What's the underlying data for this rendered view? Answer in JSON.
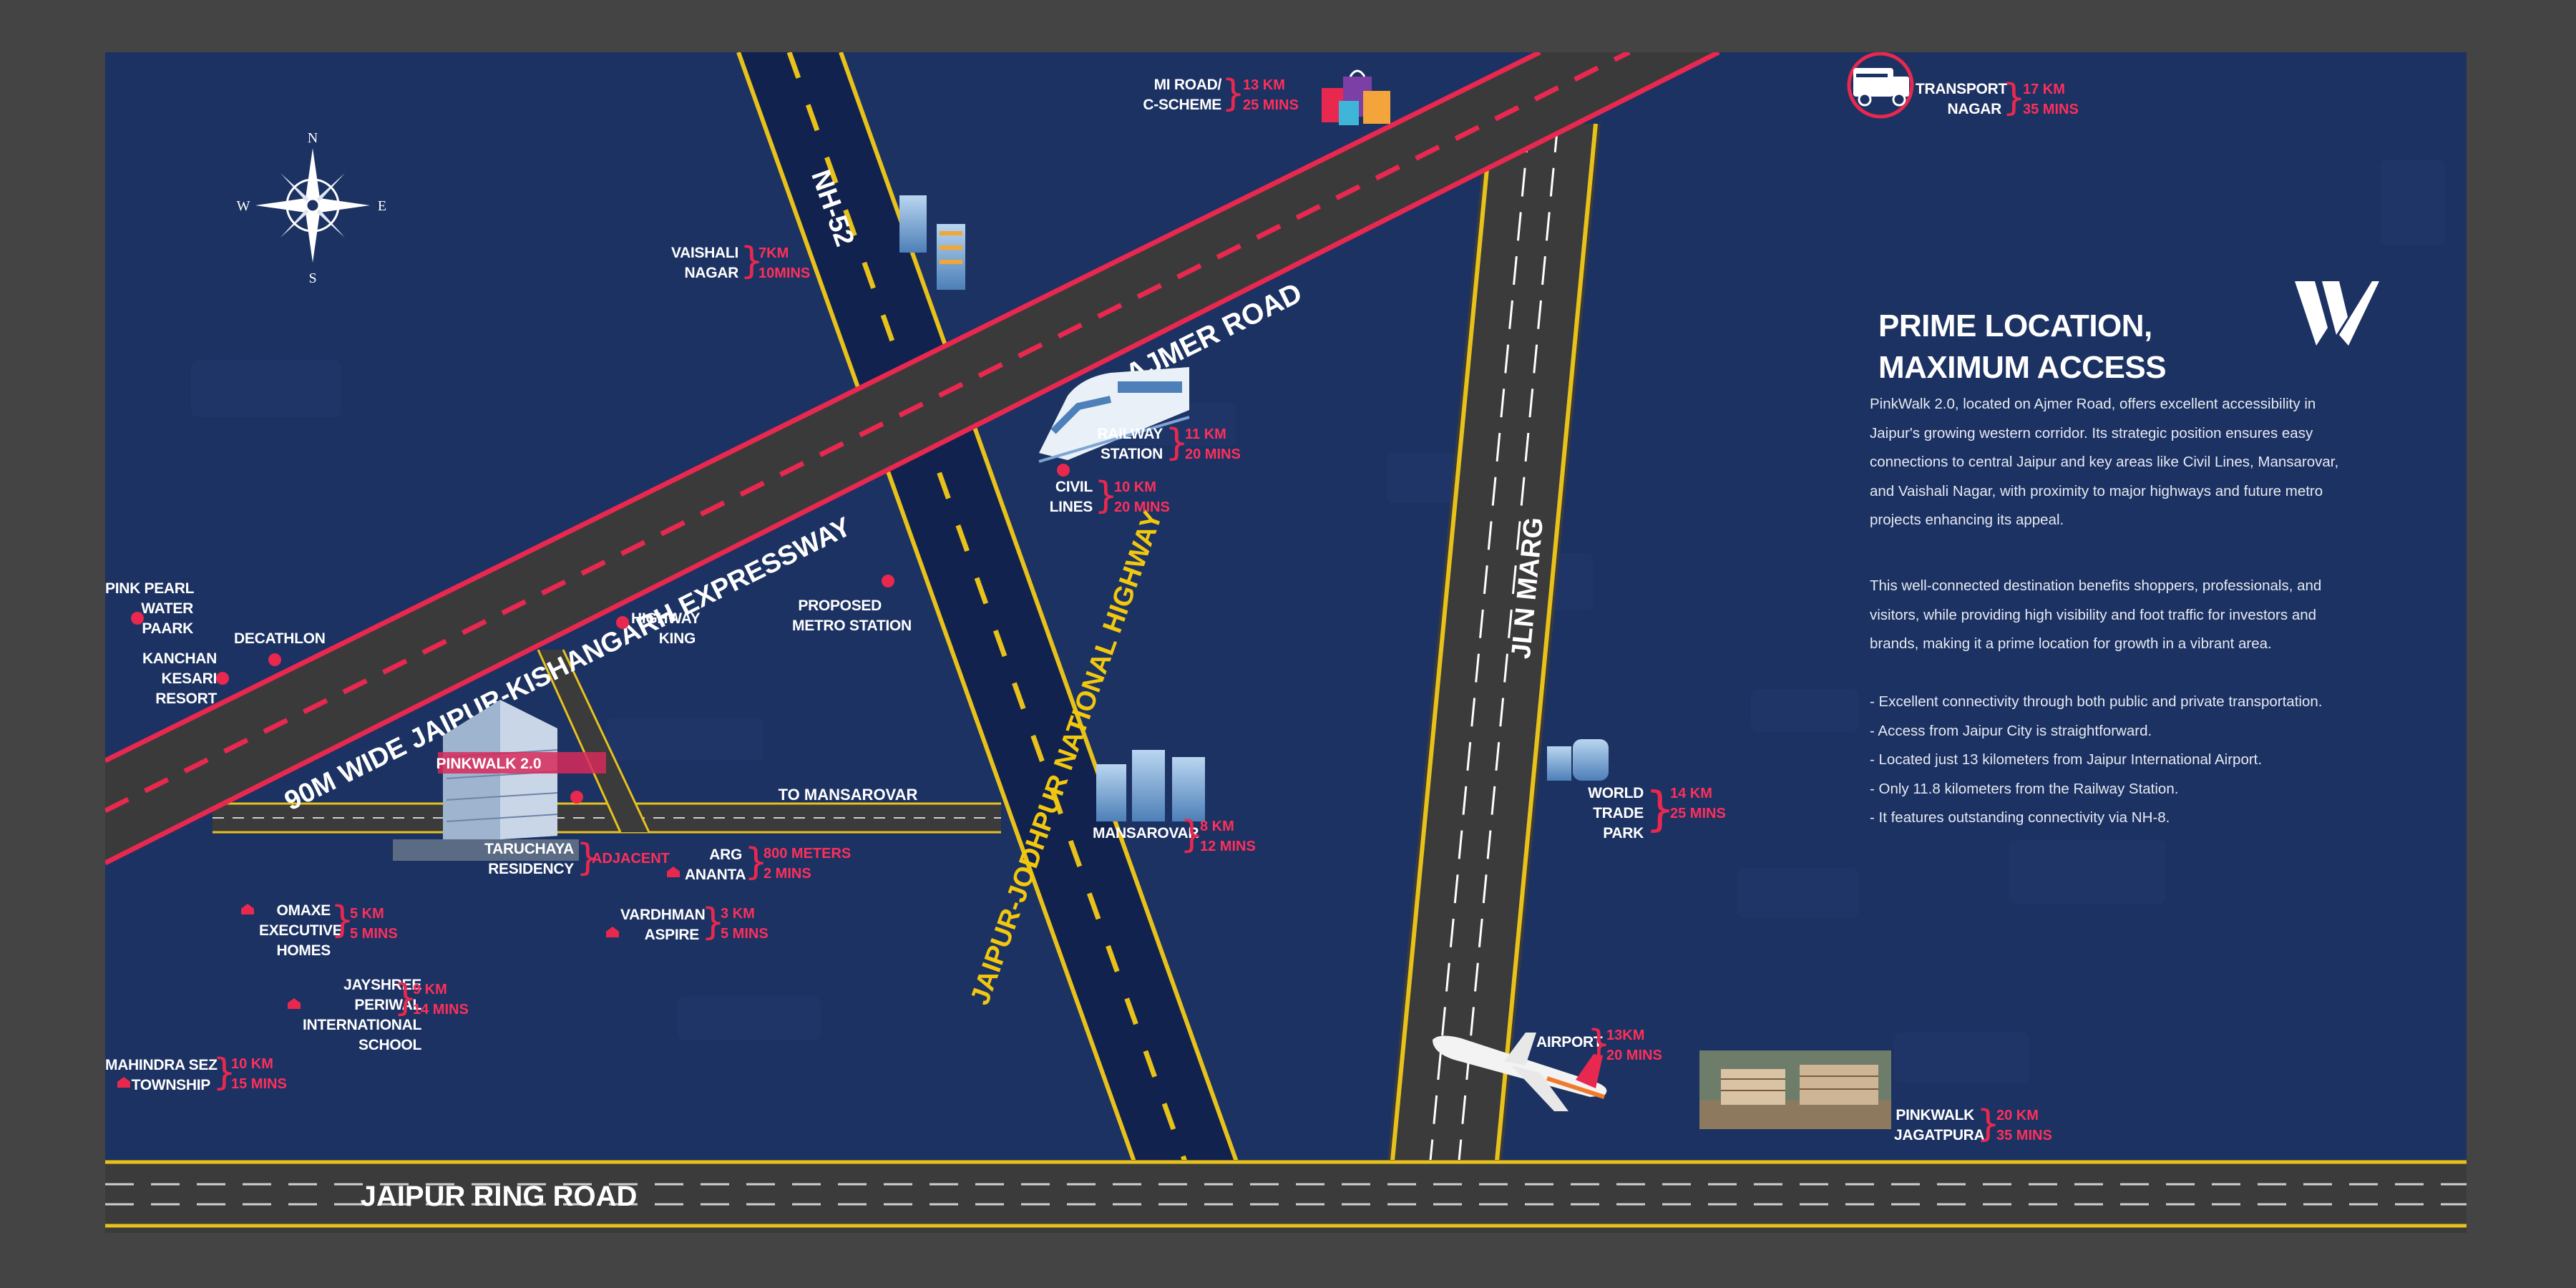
{
  "compass": {
    "n": "N",
    "s": "S",
    "e": "E",
    "w": "W"
  },
  "roads": {
    "ajmer_road": "AJMER ROAD",
    "expressway": "90M WIDE JAIPUR-KISHANGARH EXPRESSWAY",
    "nh52": "NH-52",
    "national_highway": "JAIPUR-JODHPUR NATIONAL HIGHWAY",
    "jln_marg": "JLN MARG",
    "to_mansarovar": "TO MANSAROVAR",
    "ring_road": "JAIPUR RING ROAD"
  },
  "project": {
    "label": "PINKWALK 2.0"
  },
  "landmarks": [
    {
      "key": "mi_road",
      "name": [
        "MI ROAD/",
        "C-SCHEME"
      ],
      "distance": [
        "13 KM",
        "25 MINS"
      ]
    },
    {
      "key": "transport_nagar",
      "name": [
        "TRANSPORT",
        "NAGAR"
      ],
      "distance": [
        "17 KM",
        "35 MINS"
      ]
    },
    {
      "key": "vaishali_nagar",
      "name": [
        "VAISHALI",
        "NAGAR"
      ],
      "distance": [
        "7KM",
        "10MINS"
      ]
    },
    {
      "key": "railway_station",
      "name": [
        "RAILWAY",
        "STATION"
      ],
      "distance": [
        "11 KM",
        "20 MINS"
      ]
    },
    {
      "key": "civil_lines",
      "name": [
        "CIVIL",
        "LINES"
      ],
      "distance": [
        "10 KM",
        "20 MINS"
      ]
    },
    {
      "key": "mansarovar",
      "name": [
        "MANSAROVAR"
      ],
      "distance": [
        "8 KM",
        "12 MINS"
      ]
    },
    {
      "key": "world_trade_park",
      "name": [
        "WORLD",
        "TRADE",
        "PARK"
      ],
      "distance": [
        "14 KM",
        "25 MINS"
      ]
    },
    {
      "key": "taruchaya_residency",
      "name": [
        "TARUCHAYA",
        "RESIDENCY"
      ],
      "distance": [
        "ADJACENT"
      ]
    },
    {
      "key": "arg_ananta",
      "name": [
        "ARG",
        "ANANTA"
      ],
      "distance": [
        "800 METERS",
        "2 MINS"
      ]
    },
    {
      "key": "vardhman_aspire",
      "name": [
        "VARDHMAN",
        "ASPIRE"
      ],
      "distance": [
        "3 KM",
        "5 MINS"
      ]
    },
    {
      "key": "omaxe_executive_homes",
      "name": [
        "OMAXE",
        "EXECUTIVE",
        "HOMES"
      ],
      "distance": [
        "5 KM",
        "5 MINS"
      ]
    },
    {
      "key": "jayshree_periwal",
      "name": [
        "JAYSHREE",
        "PERIWAL",
        "INTERNATIONAL",
        "SCHOOL"
      ],
      "distance": [
        "9 KM",
        "14 MINS"
      ]
    },
    {
      "key": "mahindra_sez",
      "name": [
        "MAHINDRA SEZ",
        "TOWNSHIP"
      ],
      "distance": [
        "10 KM",
        "15 MINS"
      ]
    },
    {
      "key": "airport",
      "name": [
        "AIRPORT"
      ],
      "distance": [
        "13KM",
        "20 MINS"
      ]
    },
    {
      "key": "pinkwalk_jagatpura",
      "name": [
        "PINKWALK",
        "JAGATPURA"
      ],
      "distance": [
        "20 KM",
        "35 MINS"
      ]
    }
  ],
  "places": {
    "pink_pearl": [
      "PINK PEARL",
      "WATER",
      "PAARK"
    ],
    "decathlon": [
      "DECATHLON"
    ],
    "kanchan_kesari": [
      "KANCHAN",
      "KESARI",
      "RESORT"
    ],
    "highway_king": [
      "HIGHWAY",
      "KING"
    ],
    "proposed_metro": [
      "PROPOSED",
      "METRO STATION"
    ]
  },
  "info": {
    "title": [
      "PRIME LOCATION,",
      "MAXIMUM ACCESS"
    ],
    "para1": [
      "PinkWalk 2.0, located on Ajmer Road, offers excellent accessibility in",
      "Jaipur's growing western corridor. Its strategic position ensures easy",
      "connections to central Jaipur and key areas like Civil Lines, Mansarovar,",
      "and Vaishali Nagar, with proximity to major highways and future metro",
      "projects enhancing its appeal."
    ],
    "para2": [
      "This well-connected destination benefits shoppers, professionals, and",
      "visitors, while providing high visibility and foot traffic for investors and",
      "brands, making it a prime location for growth in a vibrant area."
    ],
    "bullets": [
      "- Excellent connectivity through both public and private transportation.",
      "- Access from Jaipur City is straightforward.",
      "- Located just 13 kilometers from Jaipur International Airport.",
      "- Only 11.8 kilometers from the Railway Station.",
      "- It features outstanding connectivity via NH-8."
    ]
  },
  "colors": {
    "background": "#1c3262",
    "frame": "#444444",
    "road": "#3a3a3a",
    "highway": "#12224e",
    "accent": "#e8284f",
    "edge_yellow": "#e8c21a"
  },
  "icons": [
    "compass-rose-icon",
    "shopping-bags-icon",
    "delivery-truck-icon",
    "metro-train-icon",
    "building-icon",
    "airplane-icon",
    "brand-logo-icon"
  ]
}
